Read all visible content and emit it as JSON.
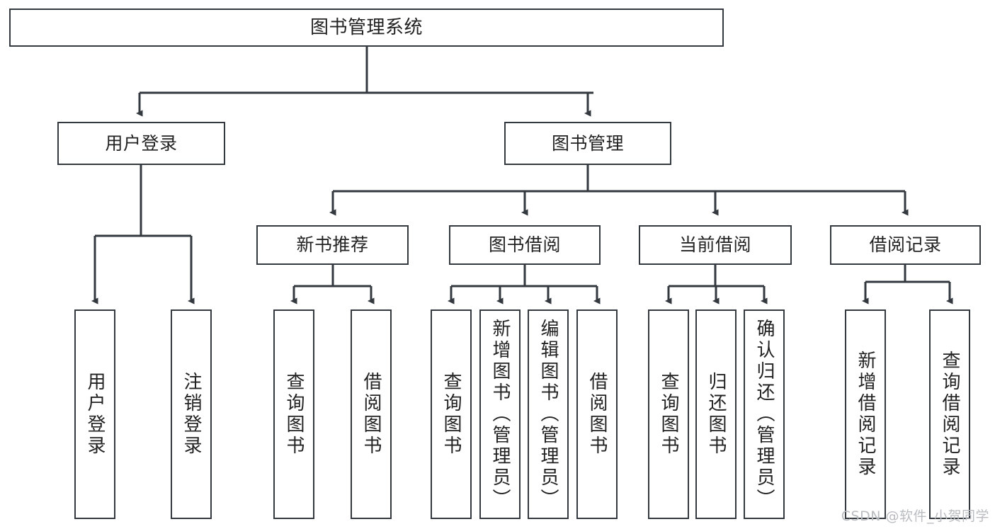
{
  "diagram": {
    "title": "图书管理系统",
    "type": "tree",
    "root": {
      "label": "图书管理系统"
    },
    "level2": [
      {
        "label": "用户登录"
      },
      {
        "label": "图书管理"
      }
    ],
    "level3": [
      {
        "label": "新书推荐"
      },
      {
        "label": "图书借阅"
      },
      {
        "label": "当前借阅"
      },
      {
        "label": "借阅记录"
      }
    ],
    "leaves": {
      "user_login": [
        {
          "label": "用户登录"
        },
        {
          "label": "注销登录"
        }
      ],
      "new_book_recommend": [
        {
          "label": "查询图书"
        },
        {
          "label": "借阅图书"
        }
      ],
      "book_borrow": [
        {
          "label": "查询图书"
        },
        {
          "label": "新增图书（管理员）"
        },
        {
          "label": "编辑图书（管理员）"
        },
        {
          "label": "借阅图书"
        }
      ],
      "current_borrow": [
        {
          "label": "查询图书"
        },
        {
          "label": "归还图书"
        },
        {
          "label": "确认归还（管理员）"
        }
      ],
      "borrow_record": [
        {
          "label": "新增借阅记录"
        },
        {
          "label": "查询借阅记录"
        }
      ]
    }
  },
  "watermark": {
    "text": "CSDN @软件_小贺同学"
  },
  "colors": {
    "border": "#33393f",
    "text": "#222222",
    "background": "#ffffff",
    "watermark": "#b9bcc0"
  }
}
